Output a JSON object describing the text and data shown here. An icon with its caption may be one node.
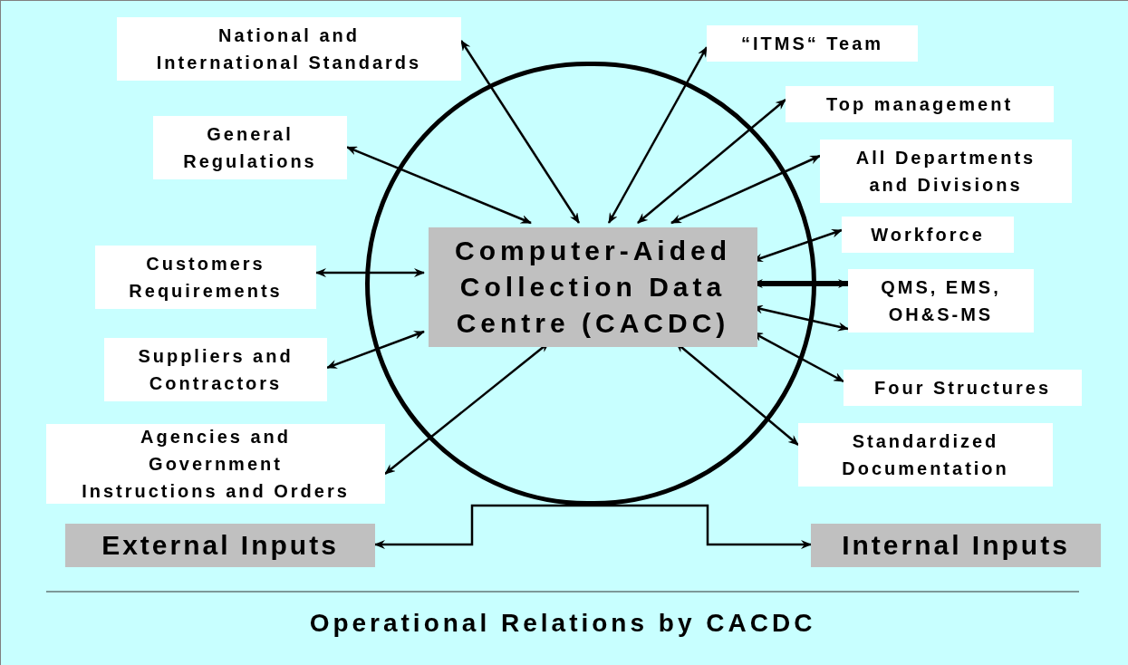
{
  "diagram": {
    "caption": "Operational Relations by CACDC",
    "nodes": [
      {
        "text": [],
        "shape": "circle"
      },
      {
        "text": [
          "Computer-Aided Collection Data Centre (CACDC)"
        ],
        "in": 0
      },
      {
        "text": [
          "National and International Standards"
        ]
      },
      {
        "text": [
          "General Regulations"
        ]
      },
      {
        "text": [
          "Customers Requirements"
        ]
      },
      {
        "text": [
          "Suppliers and Contractors"
        ]
      },
      {
        "text": [
          "Agencies and Government Instructions and Orders"
        ]
      },
      {
        "text": [
          "“ITMS“ Team"
        ]
      },
      {
        "text": [
          "Top management"
        ]
      },
      {
        "text": [
          "All Departments and Divisions"
        ]
      },
      {
        "text": [
          "Workforce"
        ]
      },
      {
        "text": [
          "QMS, EMS, OH&S-MS"
        ]
      },
      {
        "text": [
          "Four Structures"
        ]
      },
      {
        "text": [
          "Standardized Documentation"
        ]
      },
      {
        "text": [
          "External Inputs"
        ]
      },
      {
        "text": [
          "Internal Inputs"
        ]
      }
    ],
    "edges": [
      {
        "from": 2,
        "to": 1,
        "arrow": "both"
      },
      {
        "from": 3,
        "to": 1,
        "arrow": "both"
      },
      {
        "from": 4,
        "to": 1,
        "arrow": "both"
      },
      {
        "from": 5,
        "to": 1,
        "arrow": "both"
      },
      {
        "from": 6,
        "to": 1,
        "arrow": "both"
      },
      {
        "from": 7,
        "to": 1,
        "arrow": "both"
      },
      {
        "from": 8,
        "to": 1,
        "arrow": "both"
      },
      {
        "from": 9,
        "to": 1,
        "arrow": "both"
      },
      {
        "from": 10,
        "to": 1,
        "arrow": "both"
      },
      {
        "from": 11,
        "to": 1,
        "arrow": "both",
        "style": "thick"
      },
      {
        "from": 11,
        "to": 1,
        "arrow": "both"
      },
      {
        "from": 12,
        "to": 1,
        "arrow": "both"
      },
      {
        "from": 13,
        "to": 1,
        "arrow": "both"
      },
      {
        "from": 0,
        "to": 14,
        "arrow": "to"
      },
      {
        "from": 0,
        "to": 15,
        "arrow": "to"
      }
    ]
  }
}
